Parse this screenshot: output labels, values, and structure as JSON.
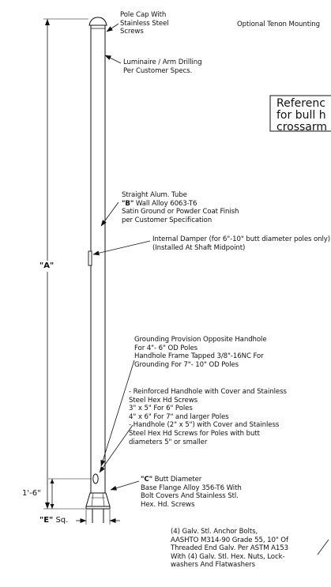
{
  "callouts": {
    "pole_cap": [
      "Pole Cap With",
      "Stainless Steel",
      "Screws"
    ],
    "optional_tenon": "Optional Tenon Mounting",
    "luminaire_drilling": [
      "Luminaire / Arm Drilling",
      "Per Customer Specs."
    ],
    "reference_box": [
      "Referenc",
      "for bull h",
      "crossarm"
    ],
    "tube": {
      "line1": "Straight Alum. Tube",
      "wall_letter": "\"B\"",
      "wall_rest": " Wall Alloy 6063-T6",
      "line3": "Satin Ground or Powder Coat Finish",
      "line4": "per Customer Specification"
    },
    "damper": [
      "Internal Damper (for 6\"-10\" butt diameter poles only)",
      "(Installed At Shaft Midpoint)"
    ],
    "grounding": [
      "Grounding Provision Opposite Handhole",
      "For 4\"- 6\" OD Poles",
      "Handhole Frame Tapped 3/8\"-16NC For",
      "Grounding For 7\"- 10\" OD Poles"
    ],
    "handhole": [
      "- Reinforced Handhole with Cover and Stainless",
      "Steel Hex Hd Screws",
      "3\" x 5\" For 6\" Poles",
      "4\" x 6\" For 7\" and larger Poles",
      "- Handhole (2\" x 5\") with Cover and Stainless",
      "Steel Hex Hd Screws for Poles with butt",
      "diameters 5\" or smaller"
    ],
    "butt": {
      "letter": "\"C\"",
      "rest": " Butt Diameter",
      "lines": [
        "Base Flange Alloy 356-T6 With",
        "Bolt Covers And Stainless Stl.",
        "Hex. Hd. Screws"
      ]
    },
    "anchor": [
      "(4) Galv. Stl. Anchor Bolts,",
      "AASHTO M314-90 Grade 55, 10\" Of",
      "Threaded End Galv. Per ASTM A153",
      "With (4) Galv. Stl. Hex. Nuts, Lock-",
      "washers And Flatwashers"
    ]
  },
  "dimensions": {
    "a": "\"A\"",
    "height": "1'-6\"",
    "e_letter": "\"E\"",
    "e_rest": " Sq."
  }
}
